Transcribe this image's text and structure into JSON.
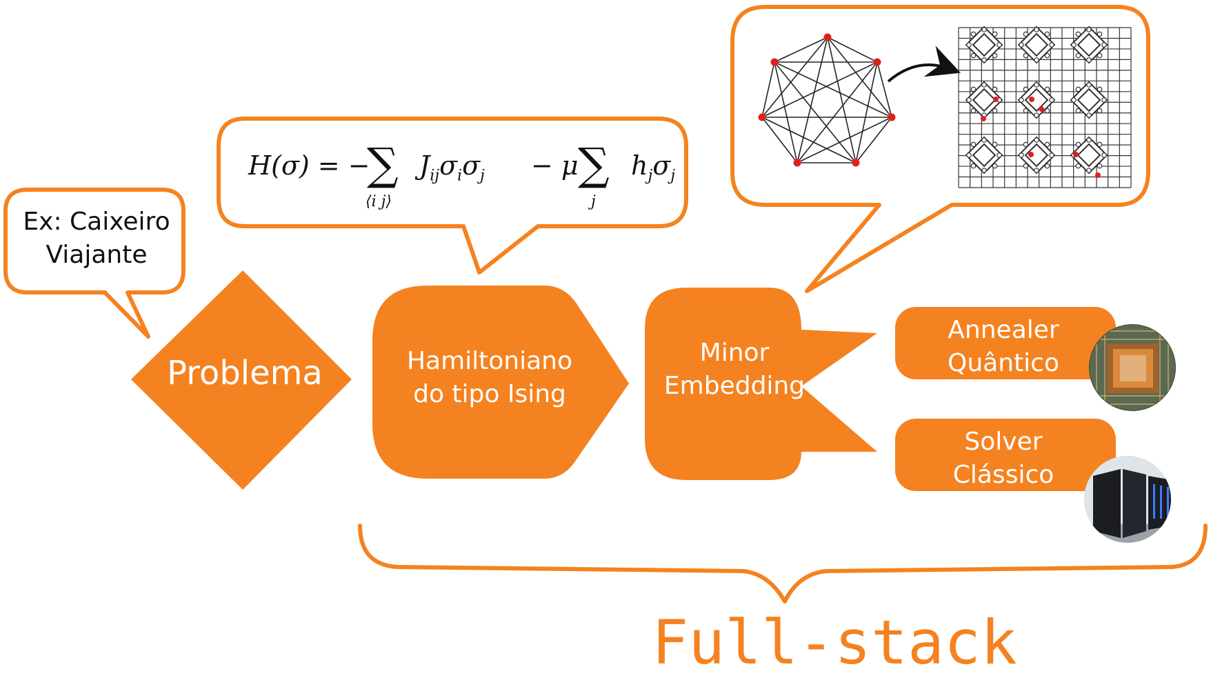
{
  "colors": {
    "accent": "#f58220",
    "dark": "#111111",
    "node": "#e0201a"
  },
  "callout_problem_example": {
    "line1": "Ex: Caixeiro",
    "line2": "Viajante"
  },
  "formula": {
    "lhs": "H(σ) = −",
    "term1": "J",
    "term1_sub": "ij",
    "term1_rest": "σ",
    "mid": "− μ",
    "term2": "h",
    "sum1_sub": "⟨i j⟩",
    "sum2_sub": "j"
  },
  "nodes": {
    "problem": "Problema",
    "hamiltonian": {
      "line1": "Hamiltoniano",
      "line2": "do tipo Ising"
    },
    "minor_embedding": {
      "line1": "Minor",
      "line2": "Embedding"
    },
    "annealer": {
      "line1": "Annealer",
      "line2": "Quântico"
    },
    "solver": {
      "line1": "Solver",
      "line2": "Clássico"
    }
  },
  "footer_label": "Full-stack",
  "icons": [
    "complete-graph-icon",
    "arrow-curved-icon",
    "chimera-grid-icon",
    "quantum-chip-icon",
    "supercomputer-icon"
  ]
}
